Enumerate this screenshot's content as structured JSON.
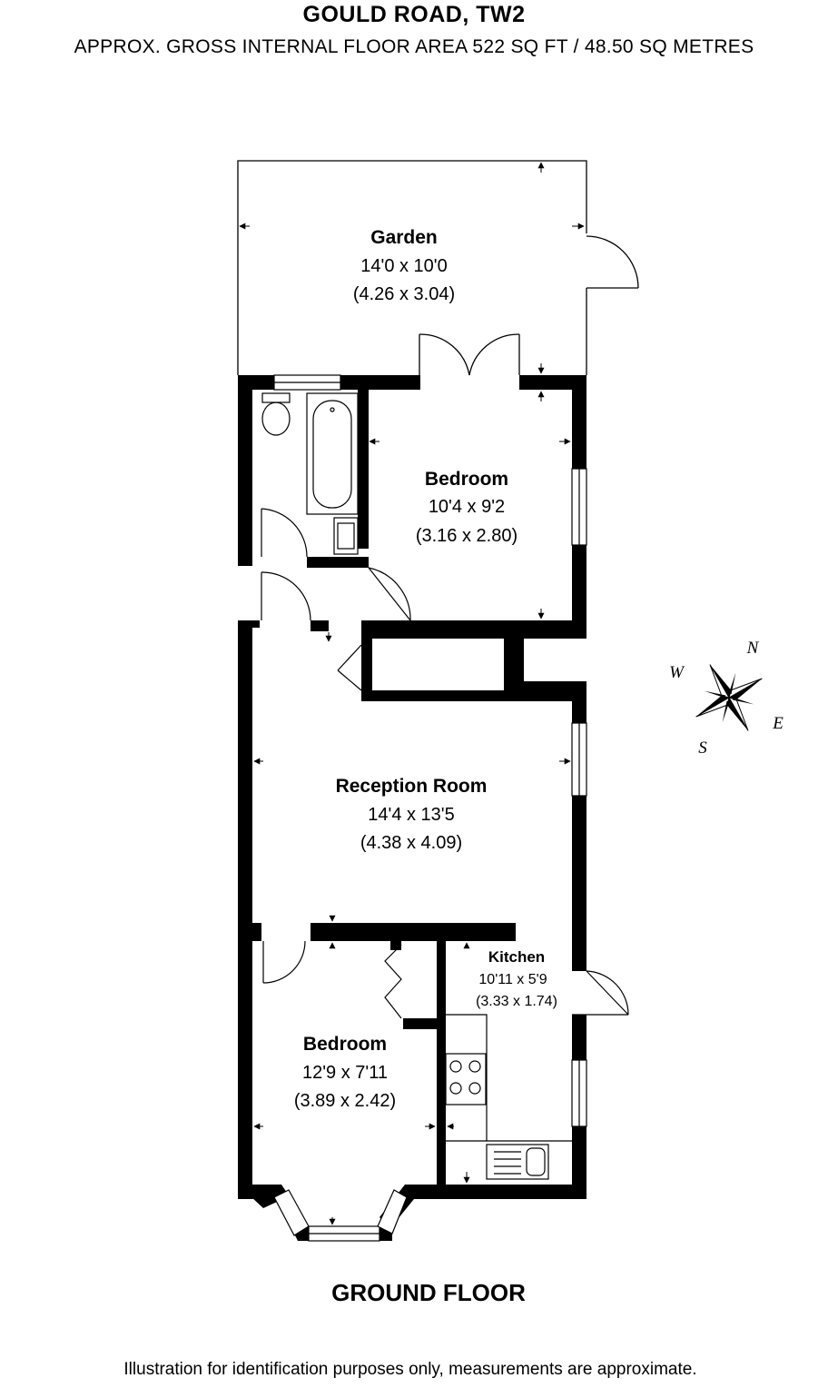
{
  "header": {
    "title": "GOULD ROAD, TW2",
    "subtitle": "APPROX. GROSS INTERNAL FLOOR AREA 522 SQ FT / 48.50 SQ METRES"
  },
  "rooms": {
    "garden": {
      "name": "Garden",
      "imperial": "14'0 x 10'0",
      "metric": "(4.26 x 3.04)"
    },
    "bedroom_rear": {
      "name": "Bedroom",
      "imperial": "10'4 x 9'2",
      "metric": "(3.16 x 2.80)"
    },
    "reception": {
      "name": "Reception Room",
      "imperial": "14'4 x 13'5",
      "metric": "(4.38 x 4.09)"
    },
    "kitchen": {
      "name": "Kitchen",
      "imperial": "10'11 x 5'9",
      "metric": "(3.33 x 1.74)"
    },
    "bedroom_front": {
      "name": "Bedroom",
      "imperial": "12'9 x 7'11",
      "metric": "(3.89 x 2.42)"
    }
  },
  "compass": {
    "n": "N",
    "e": "E",
    "s": "S",
    "w": "W"
  },
  "floor_label": "GROUND FLOOR",
  "disclaimer": "Illustration for identification purposes only, measurements are approximate."
}
